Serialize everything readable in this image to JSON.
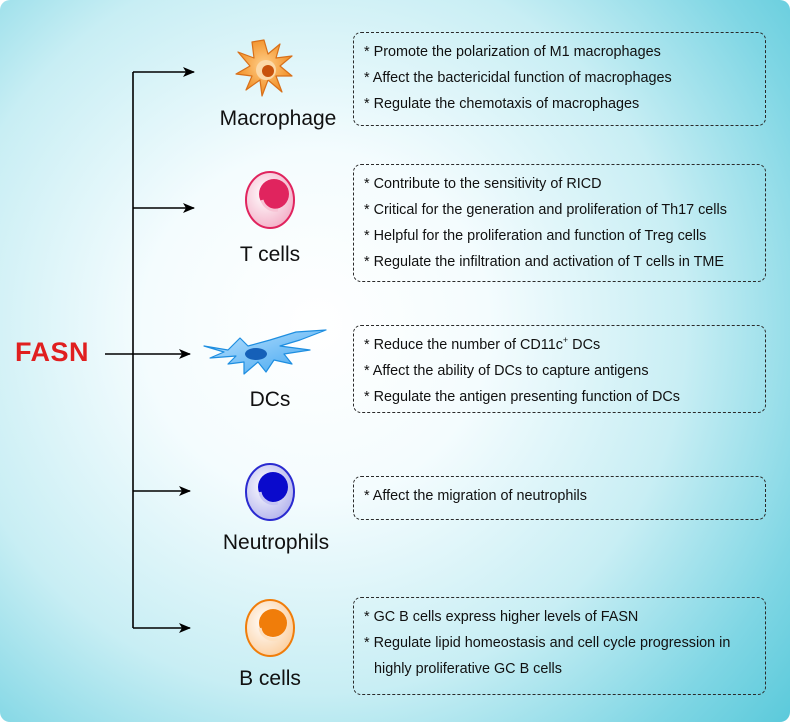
{
  "root": {
    "label": "FASN"
  },
  "cells": [
    {
      "name": "Macrophage",
      "effects": [
        "* Promote the polarization of M1 macrophages",
        "* Affect the bactericidal function of macrophages",
        "* Regulate the chemotaxis of macrophages"
      ]
    },
    {
      "name": "T cells",
      "effects": [
        "* Contribute to the sensitivity of RICD",
        "* Critical for the generation and proliferation of Th17 cells",
        "* Helpful for the proliferation and function of Treg cells",
        "* Regulate the infiltration and activation of T cells in TME"
      ]
    },
    {
      "name": "DCs",
      "effects": [
        {
          "pre": "* Reduce the number of CD11c",
          "sup": "+",
          "post": " DCs"
        },
        "* Affect the ability of DCs to capture antigens",
        "* Regulate the antigen presenting function of DCs"
      ]
    },
    {
      "name": "Neutrophils",
      "effects": [
        "* Affect the migration of neutrophils"
      ]
    },
    {
      "name": "B cells",
      "effects": [
        "* GC B cells express higher levels of FASN",
        "* Regulate lipid homeostasis and cell cycle progression in",
        "highly proliferative GC B cells"
      ]
    }
  ],
  "colors": {
    "fasn": "#e01f1f",
    "macrophage": "#f08a1e",
    "t_cell": "#e0245e",
    "dc": "#1e8ee0",
    "neutrophil": "#1a1acc",
    "b_cell": "#f07d0a",
    "background_edge": "#5ccadb"
  }
}
